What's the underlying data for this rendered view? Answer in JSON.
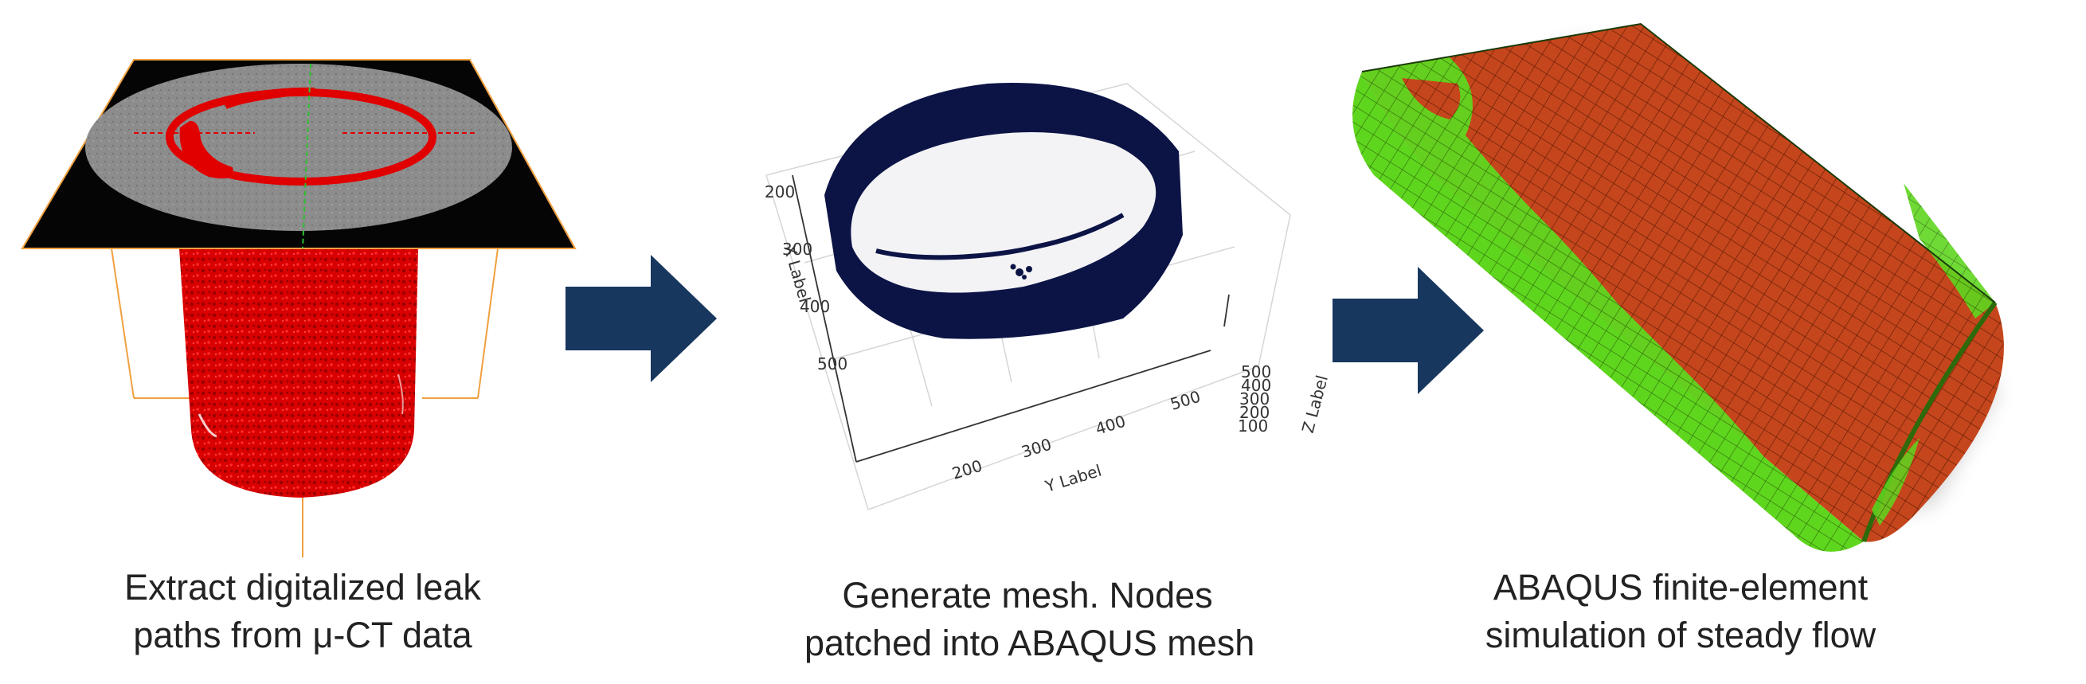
{
  "panels": [
    {
      "id": "ct-extraction",
      "caption_lines": [
        "Extract digitalized leak",
        "paths from μ-CT data"
      ]
    },
    {
      "id": "mesh-generation",
      "caption_lines": [
        "Generate mesh. Nodes",
        "patched into ABAQUS mesh"
      ],
      "plot": {
        "x_label": "X Label",
        "y_label": "Y Label",
        "z_label": "Z Label",
        "x_ticks": [
          "200",
          "300",
          "400",
          "500"
        ],
        "y_ticks": [
          "200",
          "300",
          "400",
          "500"
        ],
        "z_ticks": [
          "500",
          "400",
          "300",
          "200",
          "100"
        ]
      }
    },
    {
      "id": "abaqus-simulation",
      "caption_lines": [
        "ABAQUS finite-element",
        "simulation of steady flow"
      ]
    }
  ],
  "arrows": [
    {
      "icon": "right-arrow-icon",
      "color": "#17375e"
    },
    {
      "icon": "right-arrow-icon",
      "color": "#17375e"
    }
  ],
  "colors": {
    "leak_path_red": "#e00000",
    "ring_navy": "#0c1446",
    "mesh_orange": "#c5461c",
    "mesh_green": "#5fd61e"
  }
}
